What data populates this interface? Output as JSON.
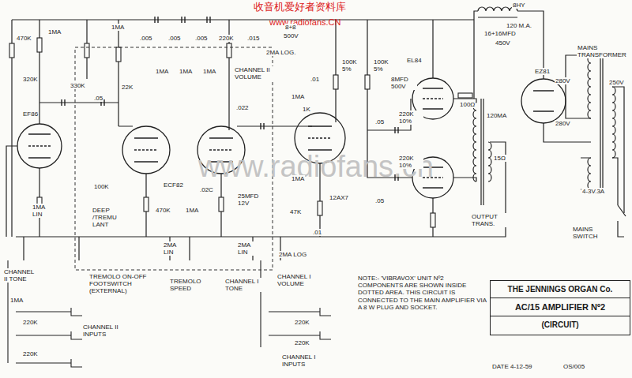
{
  "diagram": {
    "nodes": [
      {
        "text": [
          "THE JENNINGS ORGAN Co.",
          "AC/15 AMPLIFIER Nº2",
          "(CIRCUIT)"
        ]
      }
    ],
    "labels": [
      "收音机爱好者资料库",
      "www.radiofans.CN",
      "www.radiofans.cn",
      "470K",
      "1MA",
      "320K",
      ".05",
      "1MA",
      "330K",
      "22K",
      ".005",
      ".005",
      ".005",
      "1MA",
      "1MA",
      "1MA",
      "220K",
      ".015",
      "8+8",
      "500V",
      "CHANNEL II VOLUME",
      "2MA LOG.",
      ".01",
      "1MA",
      "1K",
      "100K 5%",
      "100K 5%",
      "8MFD 500V",
      "EL84",
      "100Ω",
      "8HY",
      "120 M.A.",
      "16+16MFD",
      "450V",
      "MAINS TRANSFORMER",
      "EZ81",
      "250V",
      "280V",
      "280V",
      "120MA",
      "EF86",
      "ECF82",
      "12AX7",
      "EL84",
      "OUTPUT TRANS.",
      "15Ω",
      "220K 10%",
      "220K 10%",
      ".05",
      ".05",
      "47K",
      "1MA",
      "2MA LOG",
      ".01",
      "100K",
      "470K",
      "1MA",
      "25MFD 12V",
      ".02C",
      ".022",
      "1MA LIN",
      "DEEP /TREMU LANT",
      "2MA LIN",
      "2MA LIN",
      "TREMOLO ON-OFF FOOTSWITCH (EXTERNAL)",
      "TREMOLO SPEED",
      "CHANNEL I TONE",
      "CHANNEL I VOLUME",
      "CHANNEL II TONE",
      "1MA",
      "220K",
      "220K",
      "CHANNEL II INPUTS",
      "220K",
      "220K",
      "CHANNEL I INPUTS",
      "NOTE:- 'VIBRAVOX' UNIT Nº2 COMPONENTS ARE SHOWN INSIDE DOTTED AREA. THIS CIRCUIT IS CONNECTED TO THE MAIN AMPLIFIER VIA A 8 W PLUG AND SOCKET.",
      "DATE 4-12-59",
      "OS/005",
      "4-3V.3A",
      "MAINS SWITCH"
    ]
  }
}
